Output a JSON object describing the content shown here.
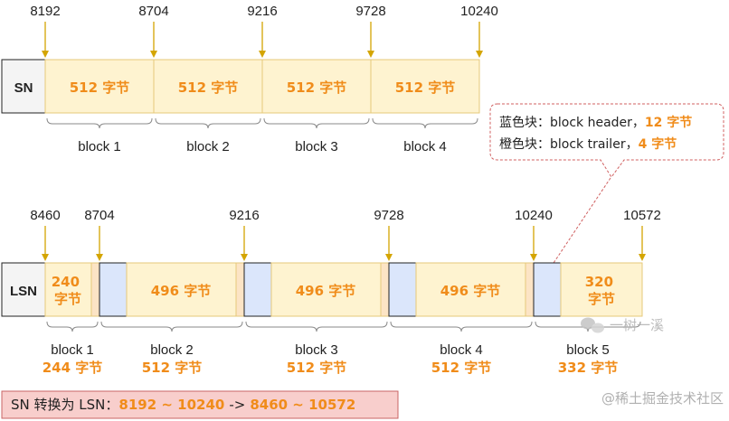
{
  "colors": {
    "data_fill": "#fef3d0",
    "data_stroke": "#e6c87a",
    "header_fill": "#dbe6fb",
    "trailer_fill": "#fce4c5",
    "accent_orange": "#f08c1a",
    "arrow": "#d4a500",
    "label_box_fill": "#f4f4f4",
    "callout_border": "#d06060",
    "footer_fill": "#f8cecc",
    "footer_border": "#c86464",
    "text": "#222222",
    "watermark": "#b0b0b0"
  },
  "sn_section": {
    "row_label": "SN",
    "offsets": [
      "8192",
      "8704",
      "9216",
      "9728",
      "10240"
    ],
    "cells": [
      "512 字节",
      "512 字节",
      "512 字节",
      "512 字节"
    ],
    "blocks": [
      "block 1",
      "block 2",
      "block 3",
      "block 4"
    ]
  },
  "callout": {
    "line1_prefix": "蓝色块：block header，",
    "line1_value": "12 字节",
    "line2_prefix": "橙色块：block trailer，",
    "line2_value": "4 字节"
  },
  "lsn_section": {
    "row_label": "LSN",
    "offsets": [
      "8460",
      "8704",
      "9216",
      "9728",
      "10240",
      "10572"
    ],
    "cell_first": [
      "240",
      "字节"
    ],
    "cell_middle": [
      "496 字节",
      "496 字节",
      "496 字节"
    ],
    "cell_last": [
      "320",
      "字节"
    ],
    "blocks": [
      {
        "name": "block 1",
        "size": "244 字节"
      },
      {
        "name": "block 2",
        "size": "512 字节"
      },
      {
        "name": "block 3",
        "size": "512 字节"
      },
      {
        "name": "block 4",
        "size": "512 字节"
      },
      {
        "name": "block 5",
        "size": "332 字节"
      }
    ]
  },
  "footer": {
    "prefix": "SN 转换为 LSN：",
    "range_from": "8192 ~ 10240",
    "arrow": "->",
    "range_to": "8460 ~ 10572"
  },
  "watermarks": {
    "wechat": "一树一溪",
    "site": "@稀土掘金技术社区"
  }
}
